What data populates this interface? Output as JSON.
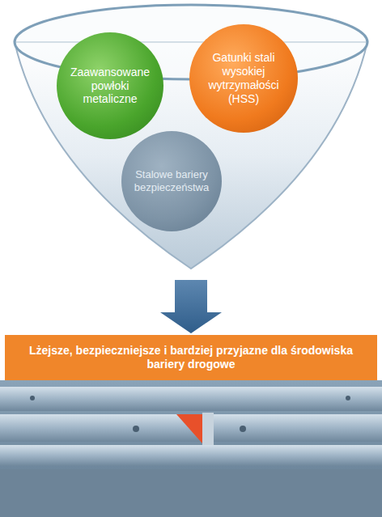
{
  "diagram": {
    "nodes": [
      {
        "text": [
          "Zaawansowane powłoki metaliczne"
        ]
      },
      {
        "text": [
          "Gatunki stali wysokiej wytrzymałości (HSS)"
        ]
      },
      {
        "text": [
          "Stalowe bariery bezpieczeństwa"
        ]
      },
      {
        "text": [
          "Lżejsze, bezpieczniejsze i bardziej przyjazne dla środowiska bariery drogowe"
        ]
      }
    ]
  }
}
